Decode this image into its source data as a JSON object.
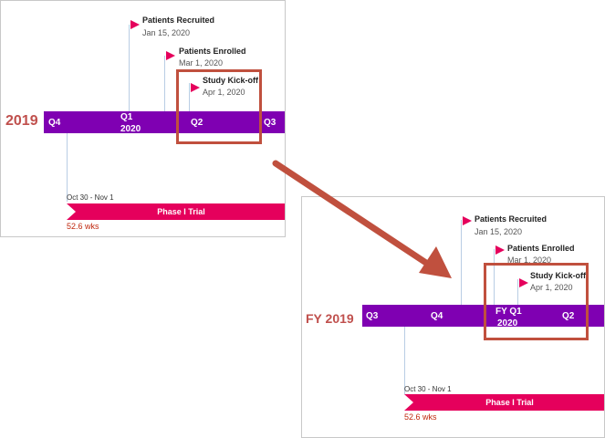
{
  "colors": {
    "band": "#7f00b2",
    "milestone_flag": "#e5005c",
    "task_bar": "#e5005c",
    "year_label": "#c0504d",
    "duration_text": "#c0280e",
    "highlight": "#c0503e"
  },
  "icons": {
    "milestone": "flag-icon",
    "connector": "arrow-icon"
  },
  "before": {
    "year": "2019",
    "quarters": [
      "Q4",
      "Q1",
      "2020",
      "Q2",
      "Q3"
    ],
    "milestones": [
      {
        "title": "Patients Recruited",
        "date": "Jan 15, 2020"
      },
      {
        "title": "Patients Enrolled",
        "date": "Mar 1, 2020"
      },
      {
        "title": "Study Kick-off",
        "date": "Apr 1, 2020"
      }
    ],
    "task": {
      "range": "Oct 30 - Nov 1",
      "name": "Phase I Trial",
      "duration": "52.6 wks"
    }
  },
  "after": {
    "year": "FY 2019",
    "quarters": [
      "Q3",
      "Q4",
      "FY Q1",
      "2020",
      "Q2"
    ],
    "milestones": [
      {
        "title": "Patients Recruited",
        "date": "Jan 15, 2020"
      },
      {
        "title": "Patients Enrolled",
        "date": "Mar 1, 2020"
      },
      {
        "title": "Study Kick-off",
        "date": "Apr 1, 2020"
      }
    ],
    "task": {
      "range": "Oct 30 - Nov 1",
      "name": "Phase I Trial",
      "duration": "52.6 wks"
    }
  }
}
